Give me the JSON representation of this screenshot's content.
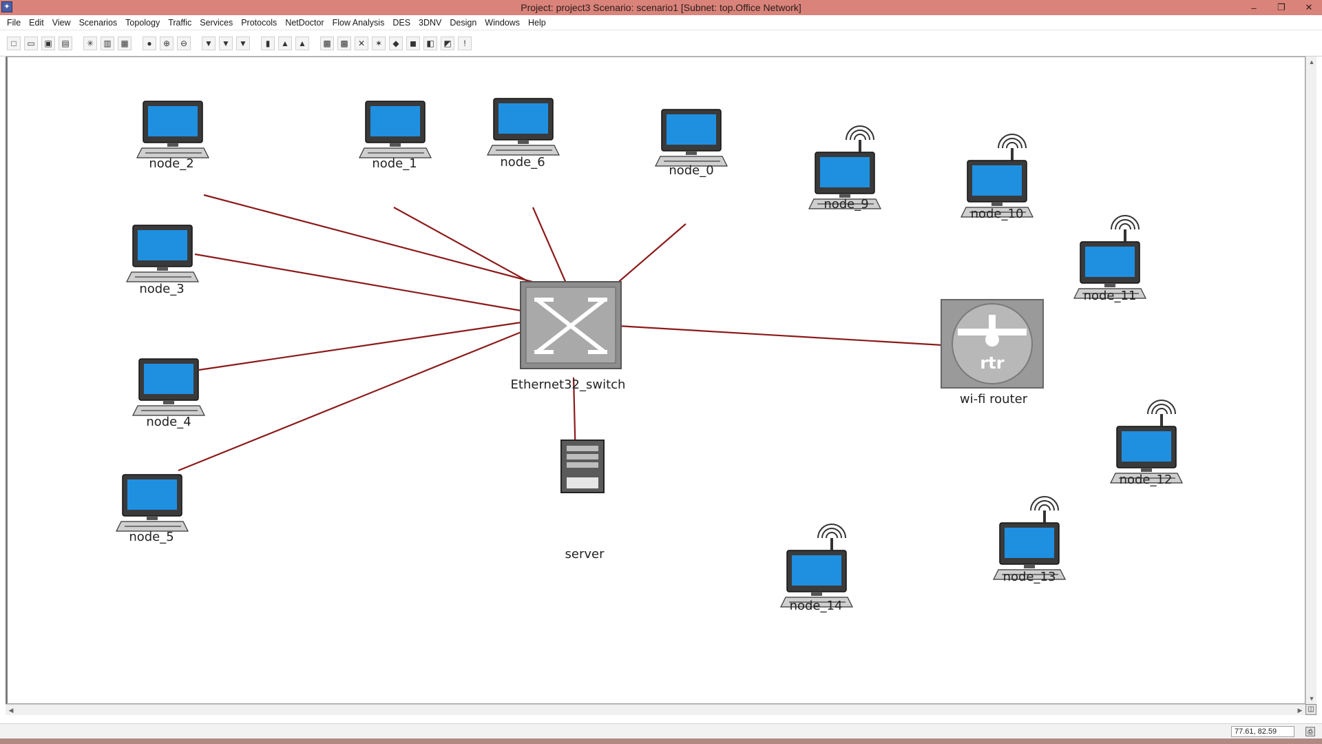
{
  "window": {
    "app_icon": "star-icon",
    "title": "Project: project3 Scenario: scenario1  [Subnet: top.Office Network]",
    "controls": [
      "minimize-icon",
      "restore-icon",
      "close-icon"
    ]
  },
  "menu": {
    "items": [
      "File",
      "Edit",
      "View",
      "Scenarios",
      "Topology",
      "Traffic",
      "Services",
      "Protocols",
      "NetDoctor",
      "Flow Analysis",
      "DES",
      "3DNV",
      "Design",
      "Windows",
      "Help"
    ]
  },
  "toolbar": {
    "buttons": [
      {
        "icon": "new-file-icon",
        "glyph": "□"
      },
      {
        "icon": "open-folder-icon",
        "glyph": "▭"
      },
      {
        "icon": "save-icon",
        "glyph": "▣"
      },
      {
        "icon": "print-icon",
        "glyph": "▤"
      },
      {
        "icon": "object-palette-icon",
        "glyph": "✳"
      },
      {
        "icon": "failure-node-icon",
        "glyph": "▥"
      },
      {
        "icon": "recover-node-icon",
        "glyph": "▦"
      },
      {
        "icon": "map-pin-icon",
        "glyph": "●"
      },
      {
        "icon": "zoom-in-icon",
        "glyph": "⊕"
      },
      {
        "icon": "zoom-out-icon",
        "glyph": "⊖"
      },
      {
        "icon": "configure-traffic-icon",
        "glyph": "▼"
      },
      {
        "icon": "import-traffic-icon",
        "glyph": "▼"
      },
      {
        "icon": "export-traffic-icon",
        "glyph": "▼"
      },
      {
        "icon": "vertical-bar-icon",
        "glyph": "▮"
      },
      {
        "icon": "results-icon",
        "glyph": "▲"
      },
      {
        "icon": "view-results-icon",
        "glyph": "▲"
      },
      {
        "icon": "grid-icon",
        "glyph": "▩"
      },
      {
        "icon": "grid-alt-icon",
        "glyph": "▩"
      },
      {
        "icon": "tools-icon",
        "glyph": "✕"
      },
      {
        "icon": "spark-icon",
        "glyph": "✶"
      },
      {
        "icon": "run-simulation-icon",
        "glyph": "◆"
      },
      {
        "icon": "database-icon",
        "glyph": "◼"
      },
      {
        "icon": "editor-icon",
        "glyph": "◧"
      },
      {
        "icon": "graph-icon",
        "glyph": "◩"
      },
      {
        "icon": "info-icon",
        "glyph": "!"
      }
    ]
  },
  "topology": {
    "switch": {
      "label": "Ethernet32_switch",
      "icon": "ethernet-switch-icon"
    },
    "router": {
      "label": "wi-fi router",
      "icon": "wifi-router-icon",
      "badge": "rtr"
    },
    "server": {
      "label": "server",
      "icon": "server-icon"
    },
    "wired_nodes": [
      {
        "label": "node_2",
        "icon": "workstation-icon"
      },
      {
        "label": "node_1",
        "icon": "workstation-icon"
      },
      {
        "label": "node_6",
        "icon": "workstation-icon"
      },
      {
        "label": "node_0",
        "icon": "workstation-icon"
      },
      {
        "label": "node_3",
        "icon": "workstation-icon"
      },
      {
        "label": "node_4",
        "icon": "workstation-icon"
      },
      {
        "label": "node_5",
        "icon": "workstation-icon"
      }
    ],
    "wireless_nodes": [
      {
        "label": "node_9",
        "icon": "wireless-workstation-icon"
      },
      {
        "label": "node_10",
        "icon": "wireless-workstation-icon"
      },
      {
        "label": "node_11",
        "icon": "wireless-workstation-icon"
      },
      {
        "label": "node_12",
        "icon": "wireless-workstation-icon"
      },
      {
        "label": "node_13",
        "icon": "wireless-workstation-icon"
      },
      {
        "label": "node_14",
        "icon": "wireless-workstation-icon"
      }
    ],
    "link_color": "#8b1a1a",
    "screen_color": "#1f8fe0"
  },
  "status": {
    "coordinates": "77.61, 82.59",
    "status_icon": "printer-status-icon"
  }
}
